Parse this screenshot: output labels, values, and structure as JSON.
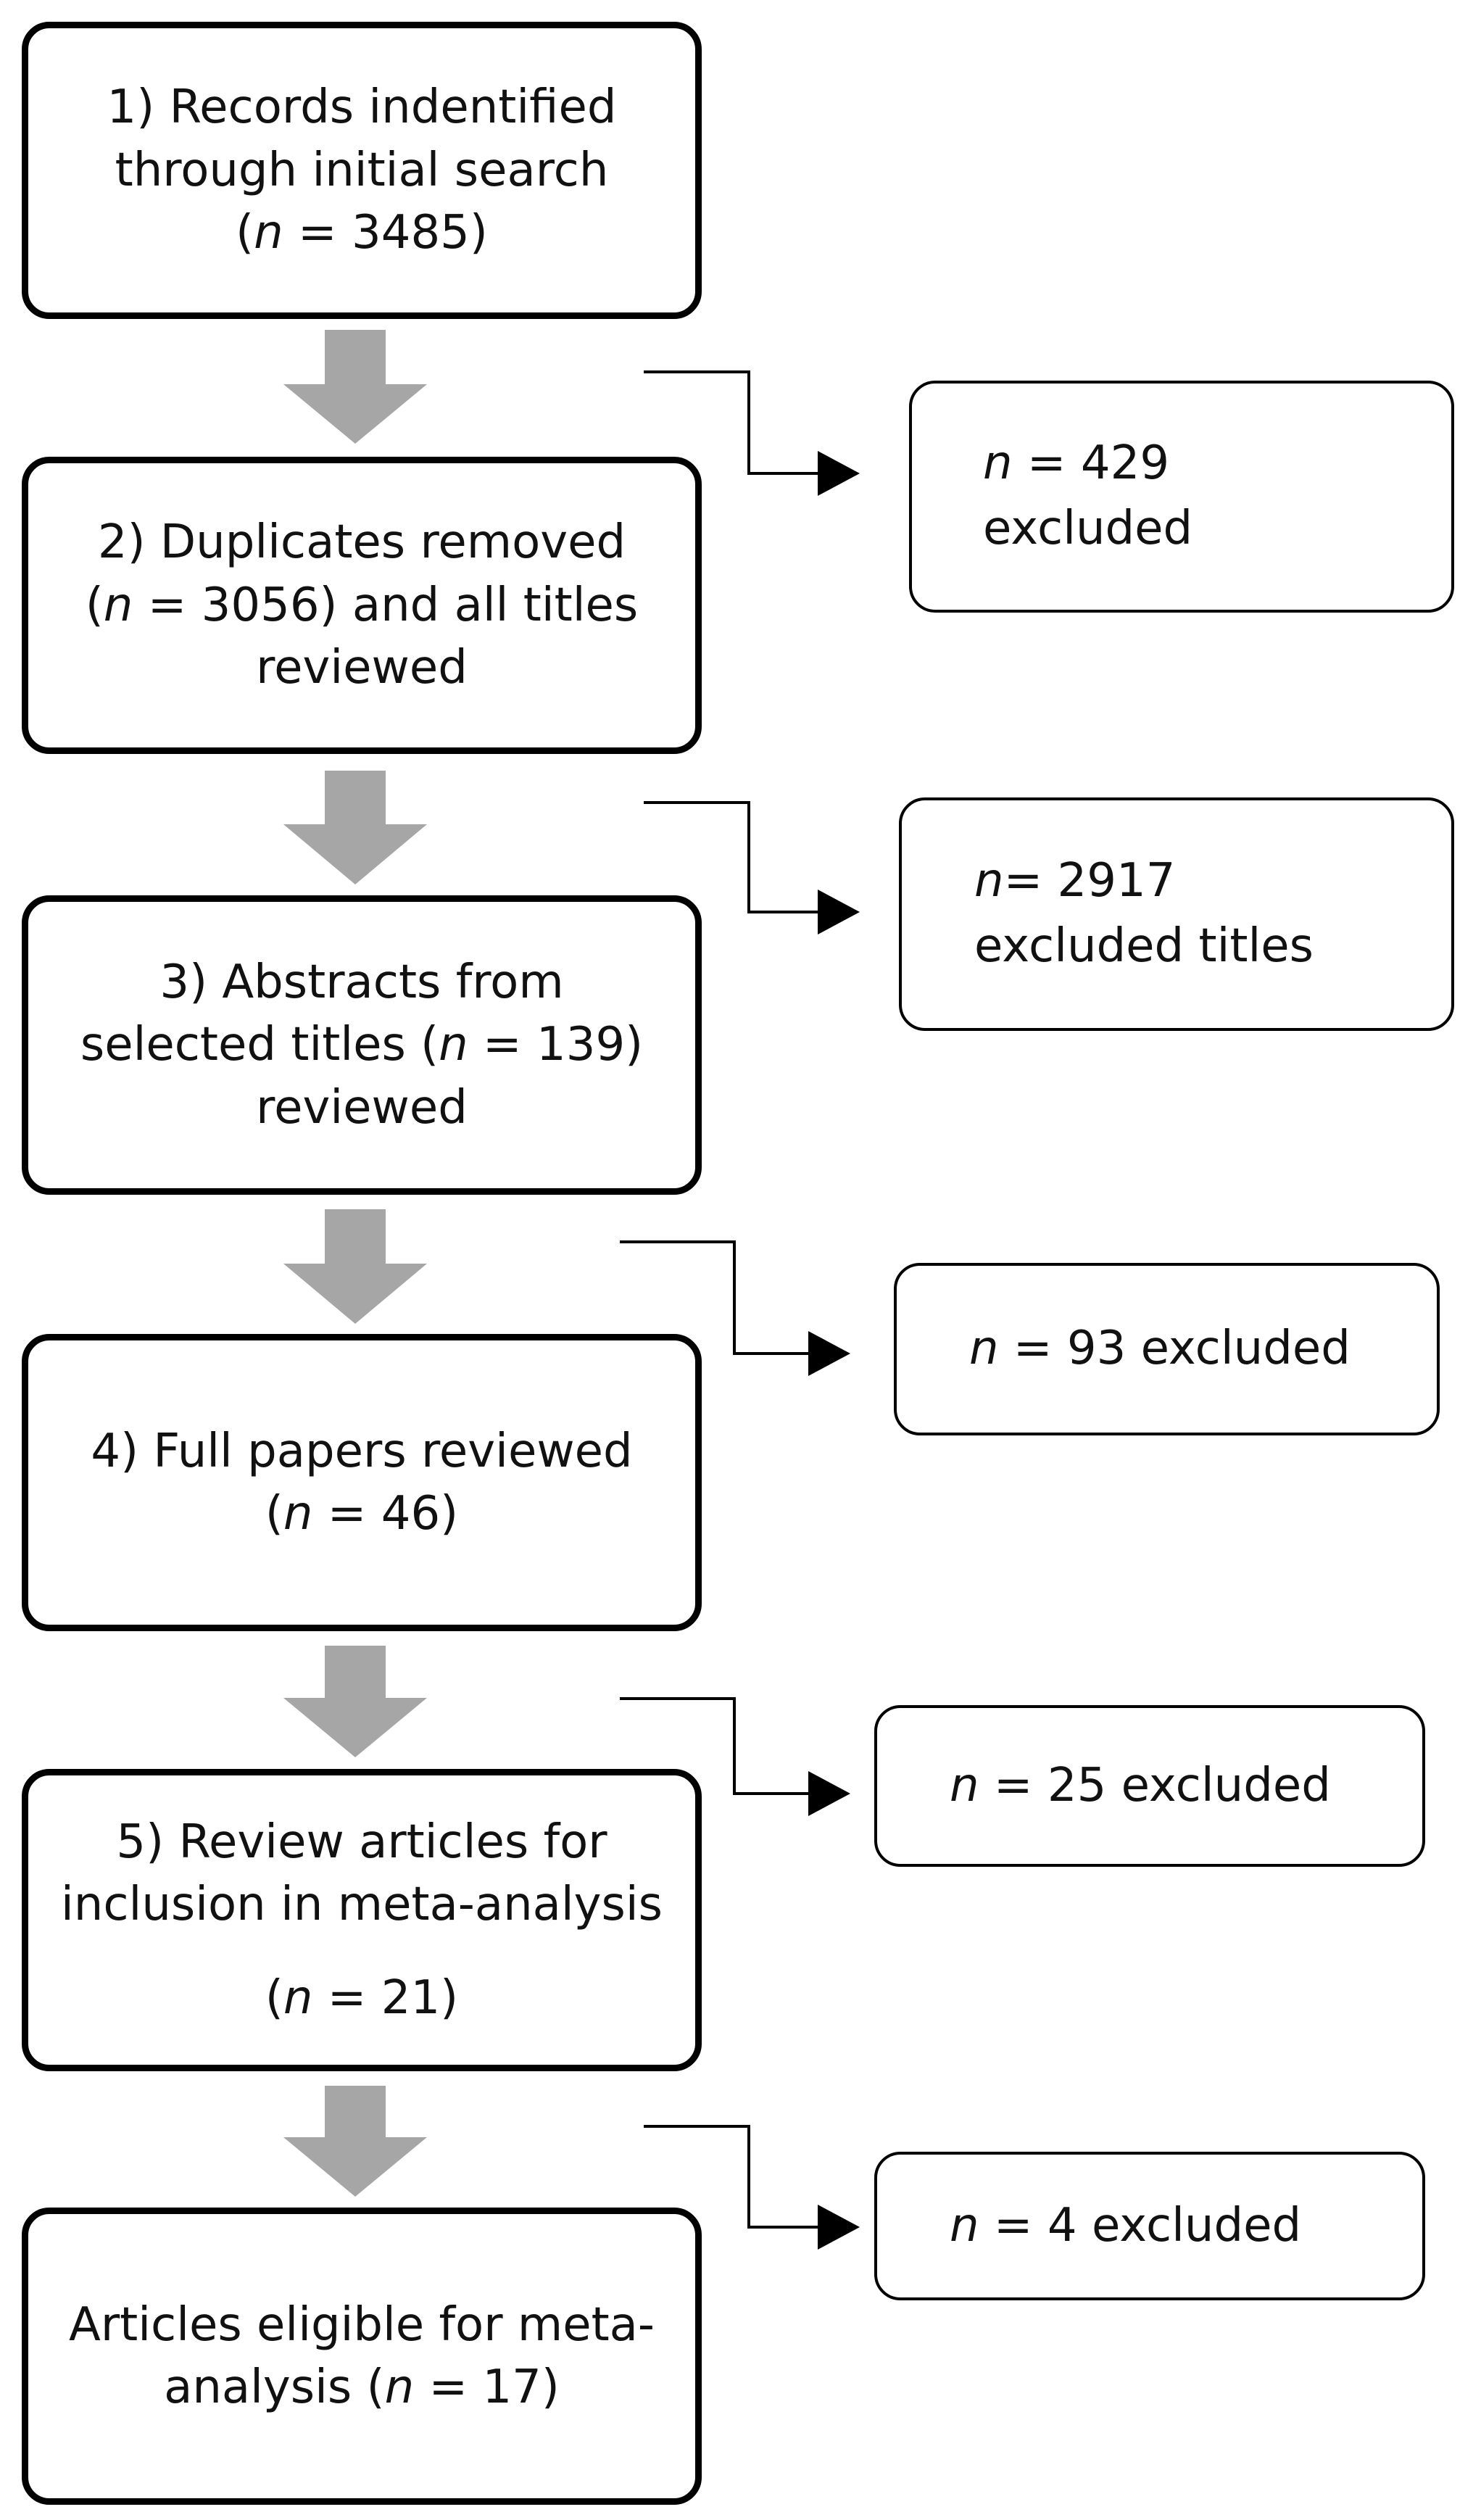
{
  "steps": [
    {
      "pre": "1) Records indentified",
      "pre2": "through initial search",
      "open": "(",
      "n_label": "n",
      "eq": " = 3485)"
    },
    {
      "pre": "2) Duplicates removed",
      "open": "(",
      "n_label": "n",
      "eq": " = 3056) and all titles",
      "post": "reviewed"
    },
    {
      "pre": "3) Abstracts from",
      "mid_pre": "selected titles (",
      "n_label": "n",
      "eq": " = 139)",
      "post": "reviewed"
    },
    {
      "pre": "4) Full papers reviewed",
      "open": "(",
      "n_label": "n",
      "eq": " = 46)"
    },
    {
      "pre": "5) Review articles for",
      "pre2": "inclusion in meta-analysis",
      "open": "(",
      "n_label": "n",
      "eq": " = 21)"
    },
    {
      "pre": "Articles eligible for meta-",
      "mid_pre": "analysis (",
      "n_label": "n",
      "eq": " = 17)"
    }
  ],
  "exclusions": [
    {
      "n_label": "n",
      "eq": " = 429",
      "post": "excluded"
    },
    {
      "n_label": "n",
      "eq": "= 2917",
      "post": "excluded titles"
    },
    {
      "n_label": "n",
      "eq": " = 93 excluded"
    },
    {
      "n_label": "n",
      "eq": " = 25 excluded"
    },
    {
      "n_label": "n",
      "eq": " = 4 excluded"
    }
  ],
  "colors": {
    "down_arrow": "#a6a6a6",
    "box_border": "#000000",
    "connector": "#000000"
  }
}
